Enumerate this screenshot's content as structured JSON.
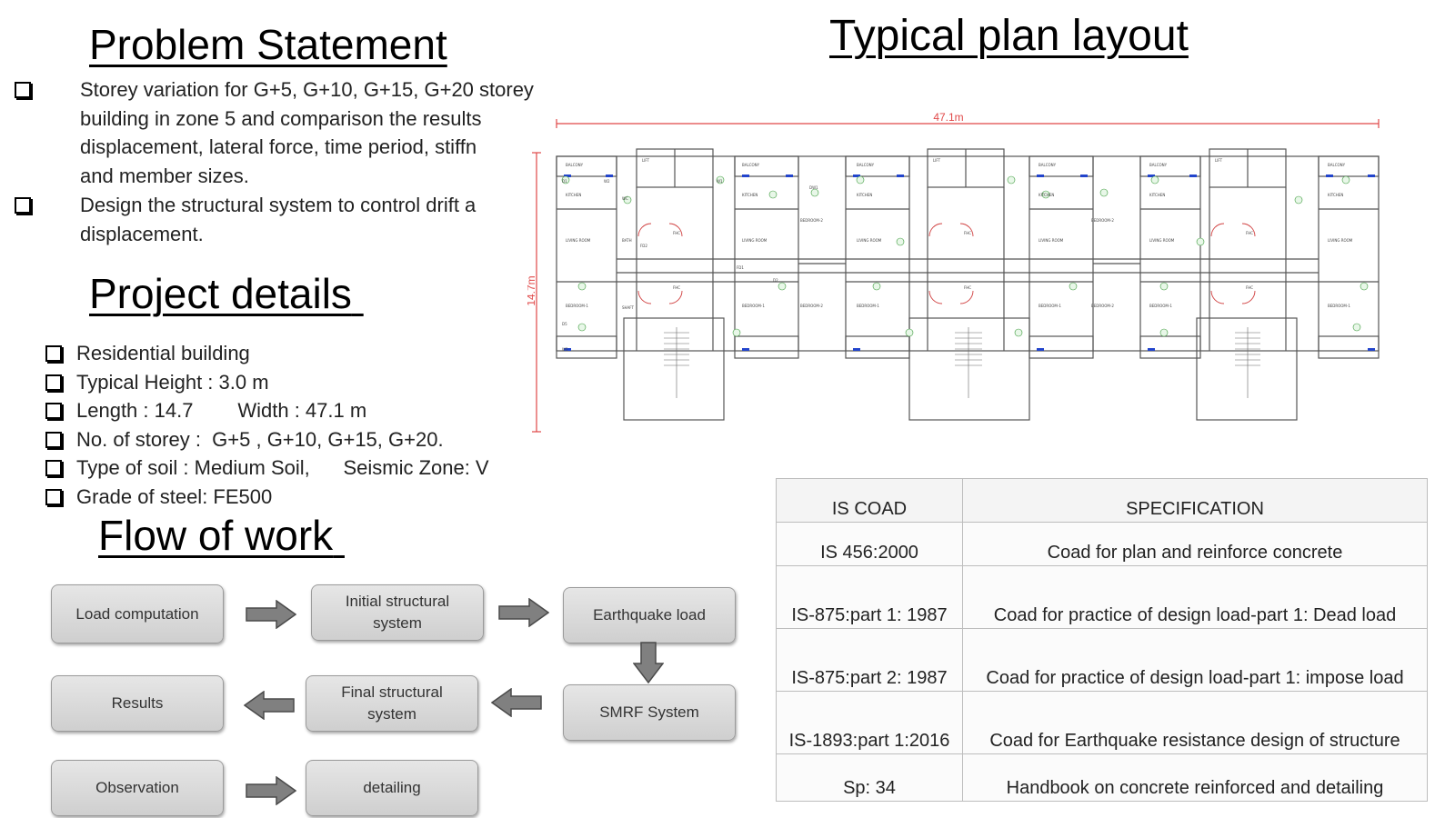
{
  "problem_statement": {
    "title": "Problem Statement",
    "bullets": [
      {
        "lines": [
          "Storey variation for G+5, G+10, G+15, G+20 storey",
          "building in zone 5 and comparison the results",
          "displacement, lateral force, time period, stiffn",
          "and  member sizes."
        ]
      },
      {
        "lines": [
          "Design the structural system to control drift a",
          "displacement."
        ]
      }
    ]
  },
  "project_details": {
    "title": "Project details",
    "items": [
      "Residential building",
      "Typical Height : 3.0 m",
      "Length : 14.7        Width : 47.1 m",
      "No. of storey :  G+5 , G+10, G+15, G+20.",
      "Type of soil : Medium Soil,      Seismic Zone: V",
      "Grade of steel: FE500"
    ]
  },
  "flow_of_work": {
    "title": "Flow of work",
    "boxes": {
      "load_computation": "Load computation",
      "initial_structural_system": "Initial structural system",
      "earthquake_load": "Earthquake load",
      "smrf_system": "SMRF System",
      "final_structural_system": "Final structural system",
      "results": "Results",
      "observation": "Observation",
      "detailing": "detailing"
    }
  },
  "plan_layout": {
    "title": "Typical plan layout",
    "width_dim": "47.1m",
    "height_dim": "14.7m",
    "room_labels": [
      "BALCONY",
      "KITCHEN",
      "LIVING ROOM",
      "BEDROOM-1",
      "BEDROOM-2",
      "WC",
      "BATH",
      "LIFT",
      "SHAFT",
      "FHC",
      "D1",
      "D2",
      "D5",
      "W1",
      "W2",
      "W5",
      "FD1",
      "FD2",
      "DW1"
    ]
  },
  "spec_table": {
    "headers": [
      "IS COAD",
      "SPECIFICATION"
    ],
    "rows": [
      [
        "IS 456:2000",
        "Coad for plan and reinforce concrete"
      ],
      [
        "IS-875:part 1: 1987",
        "Coad for practice of design load-part 1: Dead load"
      ],
      [
        "IS-875:part 2: 1987",
        "Coad for practice of design load-part 1: impose load"
      ],
      [
        "IS-1893:part 1:2016",
        "Coad for Earthquake resistance design of structure"
      ],
      [
        "Sp: 34",
        "Handbook on concrete reinforced and detailing"
      ]
    ]
  },
  "colors": {
    "dimension_line": "#e04848",
    "flow_box": "#d9d9d9",
    "arrow": "#808080",
    "door_arc": "#d04040",
    "window": "#2244cc"
  }
}
